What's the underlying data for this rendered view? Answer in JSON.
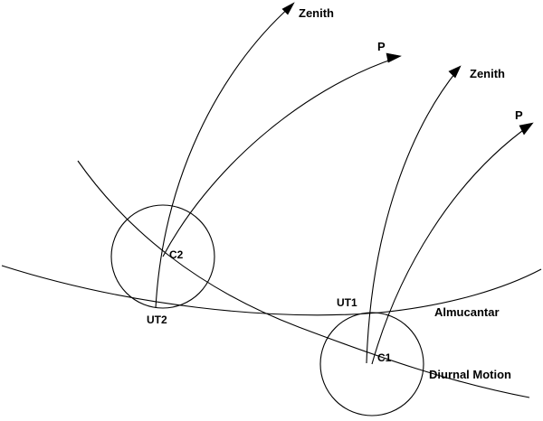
{
  "labels": {
    "zenith_top": "Zenith",
    "pole_top": "P",
    "zenith_right": "Zenith",
    "pole_right": "P",
    "c2": "C2",
    "ut2": "UT2",
    "ut1": "UT1",
    "c1": "C1",
    "almucantar": "Almucantar",
    "diurnal_motion": "Diurnal Motion"
  },
  "colors": {
    "ink": "#000000",
    "background": "#ffffff"
  }
}
